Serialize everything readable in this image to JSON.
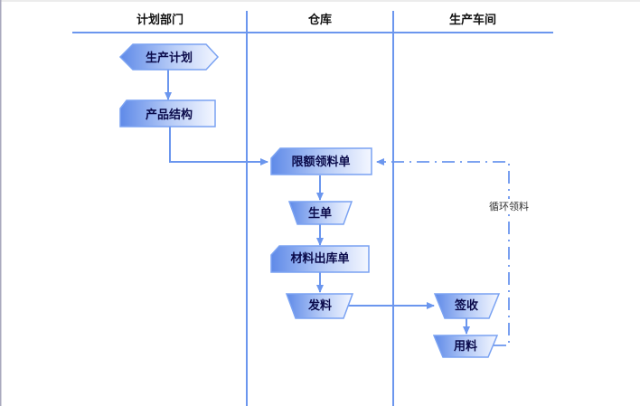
{
  "diagram": {
    "type": "swimlane-flowchart",
    "lanes": [
      {
        "id": "planning",
        "title": "计划部门"
      },
      {
        "id": "warehouse",
        "title": "仓库"
      },
      {
        "id": "workshop",
        "title": "生产车间"
      }
    ],
    "nodes": [
      {
        "id": "n1",
        "label": "生产计划",
        "lane": "planning",
        "shape": "hexagon"
      },
      {
        "id": "n2",
        "label": "产品结构",
        "lane": "planning",
        "shape": "card"
      },
      {
        "id": "n3",
        "label": "限额领料单",
        "lane": "warehouse",
        "shape": "card"
      },
      {
        "id": "n4",
        "label": "生单",
        "lane": "warehouse",
        "shape": "trapezoid"
      },
      {
        "id": "n5",
        "label": "材料出库单",
        "lane": "warehouse",
        "shape": "card"
      },
      {
        "id": "n6",
        "label": "发料",
        "lane": "warehouse",
        "shape": "trapezoid"
      },
      {
        "id": "n7",
        "label": "签收",
        "lane": "workshop",
        "shape": "trapezoid"
      },
      {
        "id": "n8",
        "label": "用料",
        "lane": "workshop",
        "shape": "trapezoid"
      }
    ],
    "edges": [
      {
        "from": "n1",
        "to": "n2",
        "style": "solid"
      },
      {
        "from": "n2",
        "to": "n3",
        "style": "solid"
      },
      {
        "from": "n3",
        "to": "n4",
        "style": "solid"
      },
      {
        "from": "n4",
        "to": "n5",
        "style": "solid"
      },
      {
        "from": "n5",
        "to": "n6",
        "style": "solid"
      },
      {
        "from": "n6",
        "to": "n7",
        "style": "solid"
      },
      {
        "from": "n7",
        "to": "n8",
        "style": "solid"
      },
      {
        "from": "n8",
        "to": "n3",
        "style": "dash-dot",
        "label": "循环领料"
      }
    ],
    "colors": {
      "line": "#6b96ee",
      "node_fill_dark": "#6a93ec",
      "node_fill_light": "#ffffff",
      "node_stroke": "#7aa2f2"
    }
  }
}
